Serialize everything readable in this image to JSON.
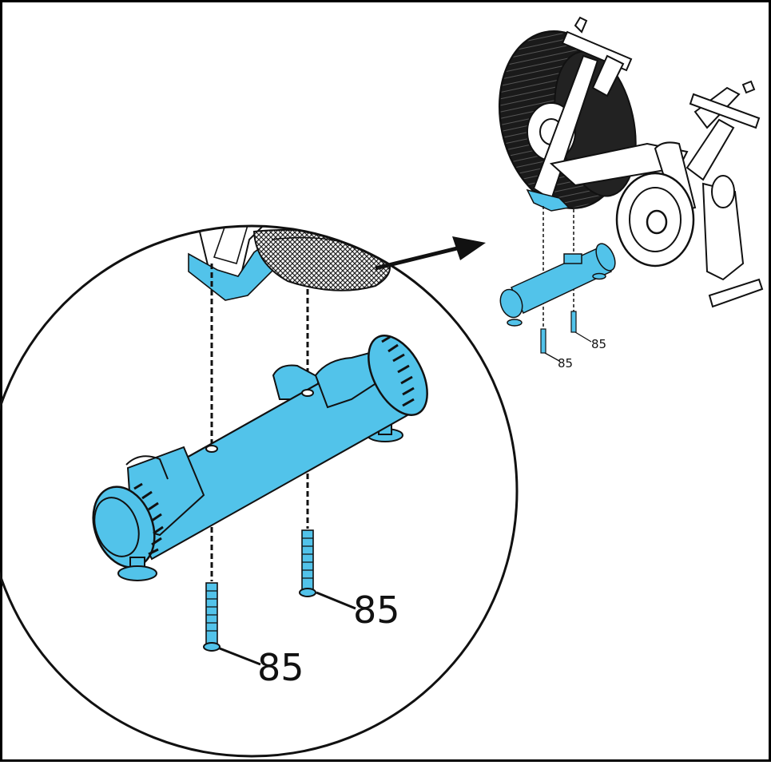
{
  "figure": {
    "type": "assembly-step-illustration",
    "highlight_color": "#52C3EA",
    "line_color": "#111111",
    "frame_color": "#000000",
    "part_callouts": [
      {
        "label": "85"
      },
      {
        "label": "85"
      },
      {
        "label": "85"
      },
      {
        "label": "85"
      }
    ],
    "parts": [
      "rear-stabilizer",
      "bolt",
      "bolt",
      "air-bike"
    ]
  }
}
